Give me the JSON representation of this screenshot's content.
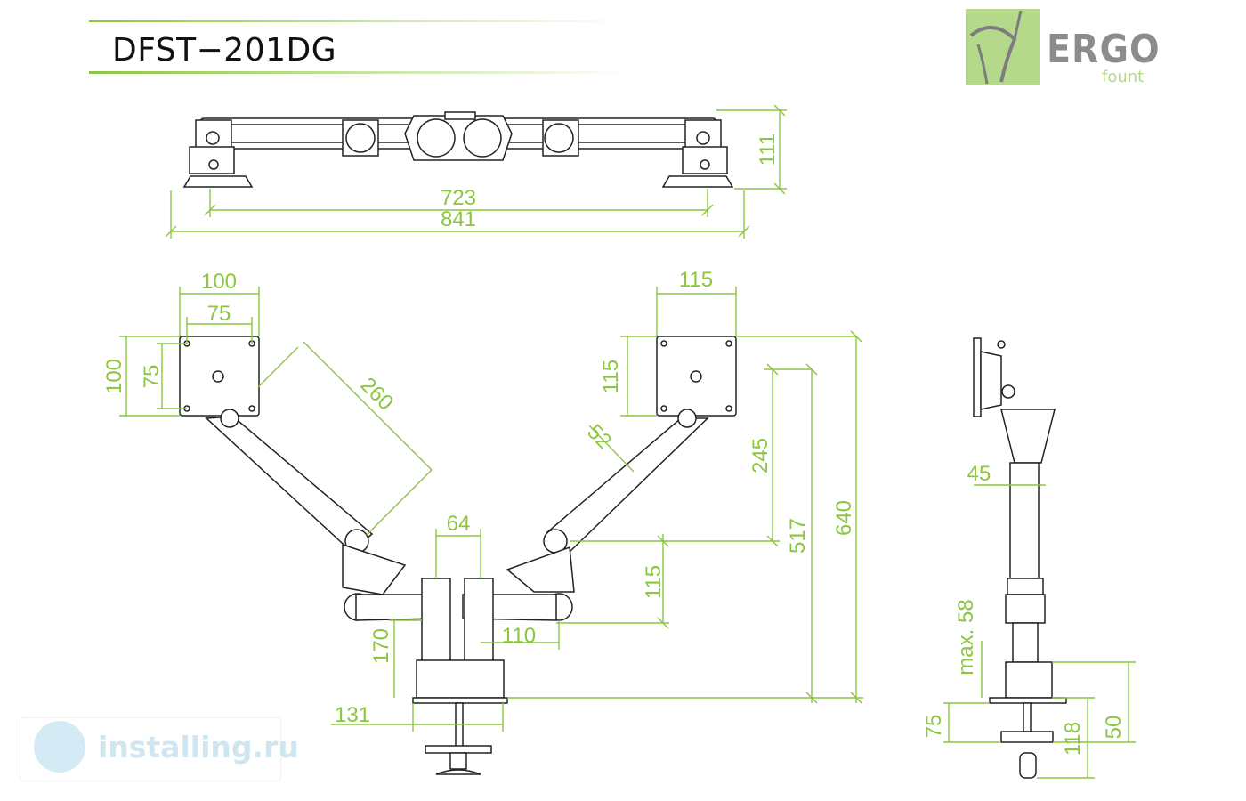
{
  "header": {
    "model": "DFST−201DG",
    "brand": "ERGO",
    "brand_sub": "fount"
  },
  "watermark": {
    "text": "installing.ru"
  },
  "colors": {
    "dimension": "#8cc640",
    "outline": "#222222",
    "brand": "#b5d98a"
  },
  "dimensions": {
    "top_view": {
      "inner_width": "723",
      "outer_width": "841",
      "height": "111"
    },
    "front_view": {
      "left_vesa_outer": "100",
      "left_vesa_inner": "75",
      "left_vesa_outer_v": "100",
      "left_vesa_inner_v": "75",
      "left_arm_length": "260",
      "right_plate_width": "115",
      "right_plate_height": "115",
      "arm_thickness": "52",
      "column_spacing": "64",
      "pivot_height": "115",
      "upper_height": "245",
      "mid_height": "517",
      "total_height": "640",
      "clamp_height": "170",
      "elbow_offset": "110",
      "base_width": "131"
    },
    "side_view": {
      "column_width": "45",
      "max_gap": "max. 58",
      "clamp_top": "75",
      "clamp_depth": "118",
      "base_height": "50"
    }
  }
}
